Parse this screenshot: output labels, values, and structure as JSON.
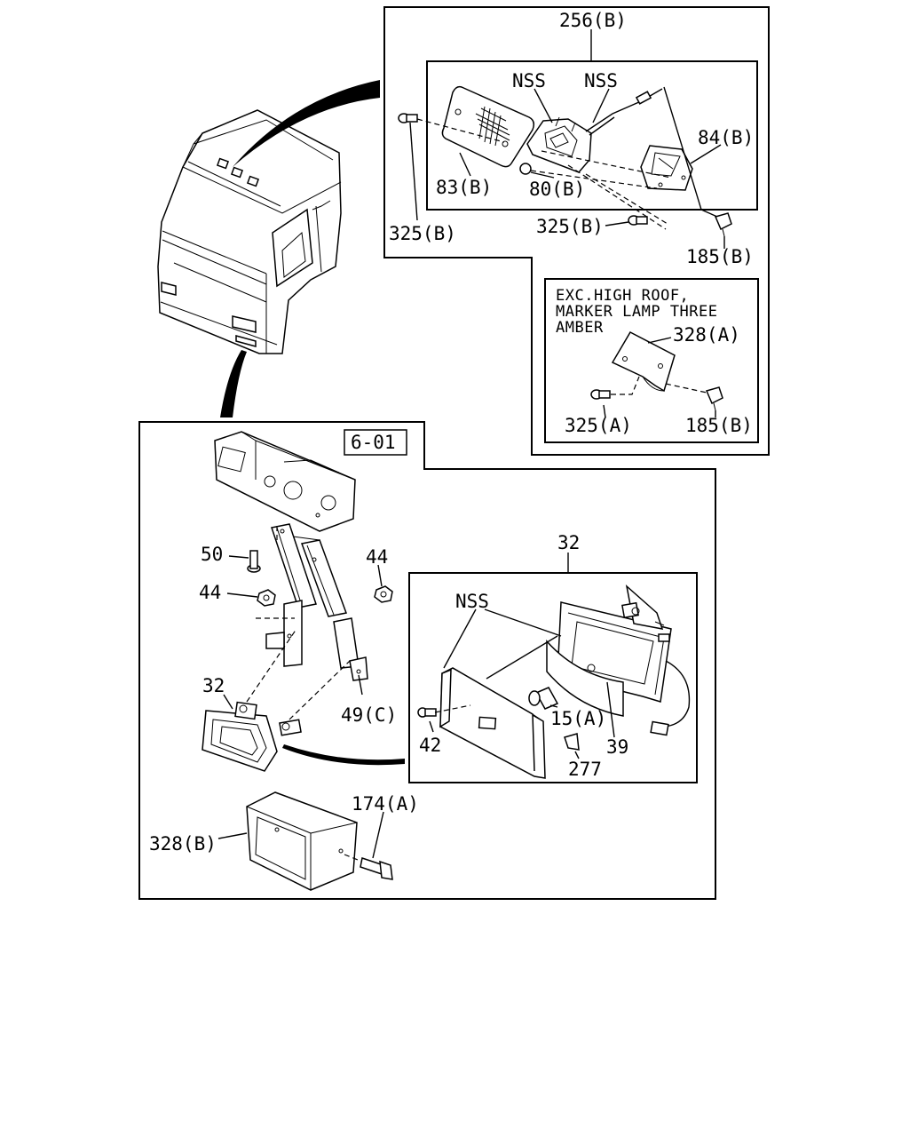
{
  "labels": {
    "assembly_roof_marker": "256(B)",
    "nss_left": "NSS",
    "nss_right": "NSS",
    "part_84b": "84(B)",
    "part_83b": "83(B)",
    "part_80b": "80(B)",
    "part_325b_left": "325(B)",
    "part_325b_right": "325(B)",
    "part_185b_top": "185(B)",
    "part_328a": "328(A)",
    "part_325a": "325(A)",
    "part_185b_inset": "185(B)",
    "ref_section": "6-01",
    "part_50": "50",
    "part_44_left": "44",
    "part_44_right": "44",
    "part_32_assembly": "32",
    "part_32_lamp": "32",
    "part_49c": "49(C)",
    "nss_lamp": "NSS",
    "part_15a": "15(A)",
    "part_42": "42",
    "part_39": "39",
    "part_277": "277",
    "part_174a": "174(A)",
    "part_328b": "328(B)"
  },
  "inset_note": {
    "line1": "EXC.HIGH ROOF,",
    "line2": "MARKER LAMP THREE",
    "line3": "AMBER"
  }
}
